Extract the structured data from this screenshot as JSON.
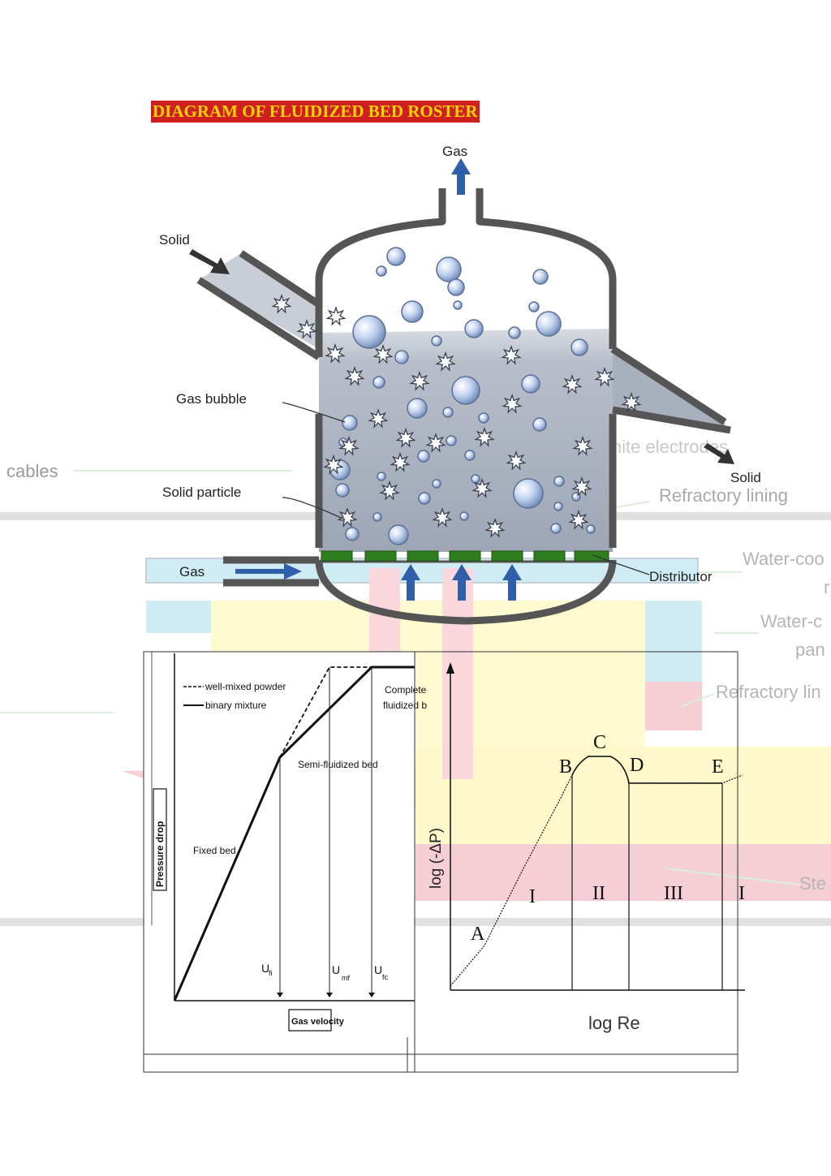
{
  "title": "DIAGRAM OF FLUIDIZED BED ROSTER",
  "reactor": {
    "gas_top": "Gas",
    "solid_in": "Solid",
    "gas_bubble": "Gas bubble",
    "solid_particle": "Solid particle",
    "gas_in": "Gas",
    "solid_out": "Solid",
    "distributor": "Distributor"
  },
  "background_labels": {
    "cables": "cables",
    "graphite": "Graphite electrodes",
    "refractory1": "Refractory lining",
    "water_cooled1": "Water-coo",
    "water_cooled1b": "r",
    "water_cooled2": "Water-c",
    "water_cooled2b": "pan",
    "refractory2": "Refractory lin",
    "steel": "Ste"
  },
  "left_chart": {
    "legend_dashed": "well-mixed powder",
    "legend_solid": "binary mixture",
    "fixed_bed": "Fixed bed",
    "semi_fluidized": "Semi-fluidized bed",
    "complete_1": "Complete",
    "complete_2": "fluidized b",
    "ylabel": "Pressure drop",
    "xlabel": "Gas velocity",
    "u_fi": "U",
    "u_fi_sub": "fi",
    "u_mf": "U",
    "u_mf_sub": "mf",
    "u_fc": "U",
    "u_fc_sub": "fc"
  },
  "right_chart": {
    "ylabel": "log (-ΔP)",
    "xlabel": "log Re",
    "point_a": "A",
    "point_b": "B",
    "point_c": "C",
    "point_d": "D",
    "point_e": "E",
    "region_1": "I",
    "region_2": "II",
    "region_3": "III",
    "region_4": "I"
  },
  "colors": {
    "title_bg": "#d01f1f",
    "title_fg": "#ffd400",
    "arrow_blue": "#2e5fa8",
    "distributor_green": "#2f7d1f",
    "vessel_wall": "#555555"
  }
}
